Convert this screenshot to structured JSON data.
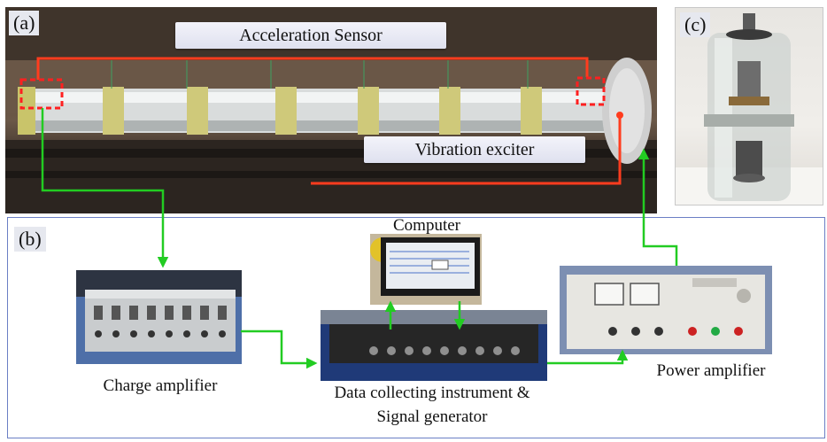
{
  "panels": {
    "a": "(a)",
    "b": "(b)",
    "c": "(c)"
  },
  "labels": {
    "acceleration_sensor": "Acceleration Sensor",
    "vibration_exciter": "Vibration exciter",
    "computer": "Computer",
    "charge_amplifier": "Charge amplifier",
    "data_collecting_line1": "Data collecting instrument &",
    "data_collecting_line2": "Signal generator",
    "power_amplifier": "Power amplifier"
  },
  "colors": {
    "signal_line": "#ff3c1e",
    "data_line": "#22cc22",
    "frame_border": "#6b7fc4"
  }
}
